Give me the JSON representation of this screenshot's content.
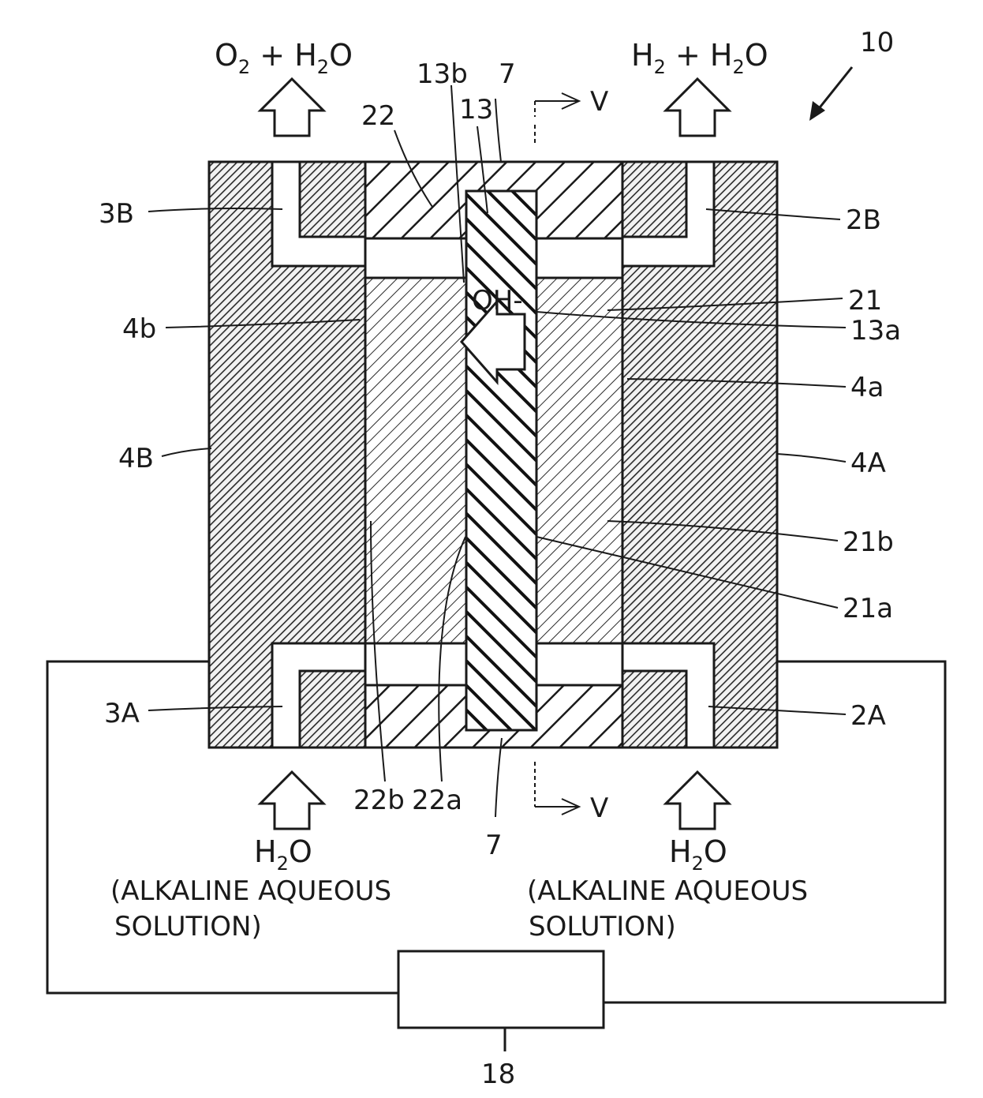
{
  "figure": {
    "ref_number": "10",
    "outputs": {
      "left": {
        "prefix": "O",
        "sub1": "2",
        "mid": " + H",
        "sub2": "2",
        "suffix": "O"
      },
      "right": {
        "prefix": "H",
        "sub1": "2",
        "mid": " + H",
        "sub2": "2",
        "suffix": "O"
      }
    },
    "inputs": {
      "left": {
        "formula_h": "H",
        "formula_sub": "2",
        "formula_o": "O",
        "line1": "(ALKALINE AQUEOUS",
        "line2": "SOLUTION)"
      },
      "right": {
        "formula_h": "H",
        "formula_sub": "2",
        "formula_o": "O",
        "line1": "(ALKALINE AQUEOUS",
        "line2": "SOLUTION)"
      }
    },
    "ion_label": "OH-",
    "section_marker": "V",
    "labels": {
      "l_3B": "3B",
      "l_4b": "4b",
      "l_4B": "4B",
      "l_3A": "3A",
      "l_22": "22",
      "l_13b": "13b",
      "l_13": "13",
      "l_7_top": "7",
      "l_2B": "2B",
      "l_21": "21",
      "l_13a": "13a",
      "l_4a": "4a",
      "l_4A": "4A",
      "l_21b": "21b",
      "l_21a": "21a",
      "l_2A": "2A",
      "l_22b": "22b",
      "l_22a": "22a",
      "l_7_bot": "7",
      "l_18": "18"
    }
  }
}
